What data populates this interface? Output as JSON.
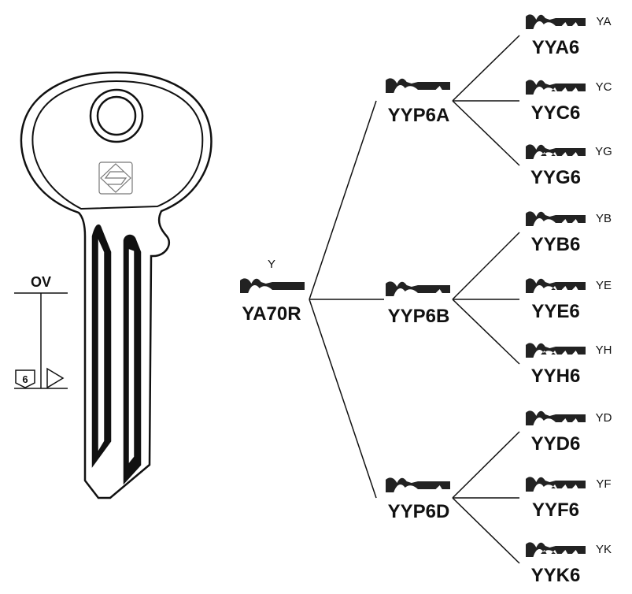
{
  "key": {
    "marking": "OV",
    "badge_number": "6",
    "logo_icon": "silca-s-logo-icon",
    "colors": {
      "line": "#111111",
      "profile_fill": "#222222"
    }
  },
  "tree": {
    "root": {
      "code": "YA70R",
      "profile_letter": "Y"
    },
    "branches": [
      {
        "code": "YYP6A",
        "children": [
          {
            "code": "YYA6",
            "profile_letter": "YA"
          },
          {
            "code": "YYC6",
            "profile_letter": "YC"
          },
          {
            "code": "YYG6",
            "profile_letter": "YG"
          }
        ]
      },
      {
        "code": "YYP6B",
        "children": [
          {
            "code": "YYB6",
            "profile_letter": "YB"
          },
          {
            "code": "YYE6",
            "profile_letter": "YE"
          },
          {
            "code": "YYH6",
            "profile_letter": "YH"
          }
        ]
      },
      {
        "code": "YYP6D",
        "children": [
          {
            "code": "YYD6",
            "profile_letter": "YD"
          },
          {
            "code": "YYF6",
            "profile_letter": "YF"
          },
          {
            "code": "YYK6",
            "profile_letter": "YK"
          }
        ]
      }
    ]
  }
}
